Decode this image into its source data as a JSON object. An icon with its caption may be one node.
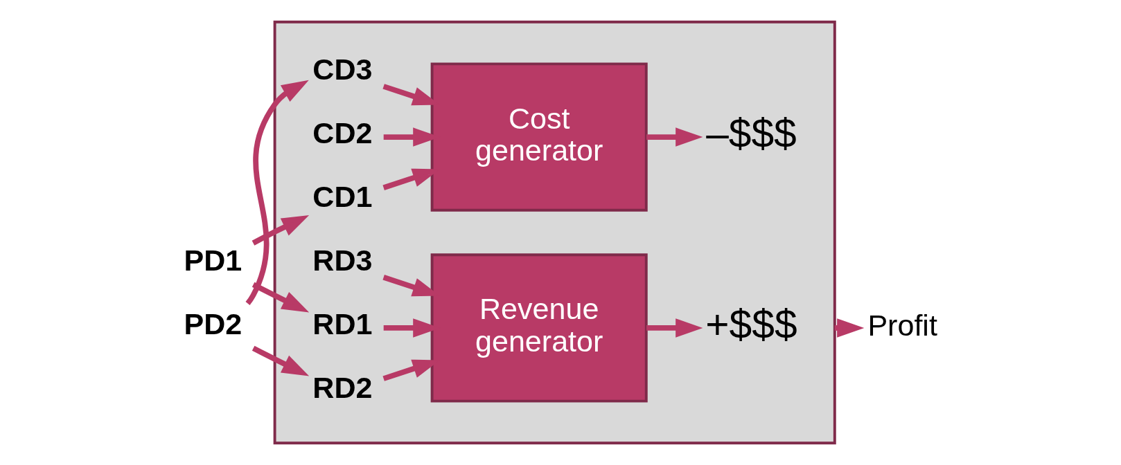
{
  "diagram": {
    "nodes": [
      {
        "text": [
          "PD1"
        ]
      },
      {
        "text": [
          "PD2"
        ]
      },
      {
        "text": [],
        "shape": "box"
      },
      {
        "text": [
          "RD1"
        ],
        "in": 2
      },
      {
        "text": [
          "RD2"
        ],
        "in": 2
      },
      {
        "text": [
          "RD3"
        ],
        "in": 2
      },
      {
        "text": [
          "Revenue generator"
        ],
        "in": 2
      },
      {
        "text": [
          "+$$$"
        ],
        "in": 2
      },
      {
        "text": [
          "CD1"
        ],
        "in": 2
      },
      {
        "text": [
          "CD2"
        ],
        "in": 2
      },
      {
        "text": [
          "CD3"
        ],
        "in": 2
      },
      {
        "text": [
          "Cost generator"
        ],
        "in": 2
      },
      {
        "text": [
          "–$$$"
        ],
        "in": 2
      },
      {
        "text": [
          "Profit"
        ]
      }
    ],
    "edges": [
      {
        "from": 0,
        "to": 3,
        "arrow": "to"
      },
      {
        "from": 0,
        "to": 8,
        "arrow": "to"
      },
      {
        "from": 1,
        "to": 4,
        "arrow": "to"
      },
      {
        "from": 1,
        "to": 10,
        "arrow": "to"
      },
      {
        "from": 3,
        "to": 6,
        "arrow": "to"
      },
      {
        "from": 4,
        "to": 6,
        "arrow": "to"
      },
      {
        "from": 5,
        "to": 6,
        "arrow": "to"
      },
      {
        "from": 6,
        "to": 7,
        "arrow": "to"
      },
      {
        "from": 8,
        "to": 11,
        "arrow": "to"
      },
      {
        "from": 9,
        "to": 11,
        "arrow": "to"
      },
      {
        "from": 10,
        "to": 11,
        "arrow": "to"
      },
      {
        "from": 11,
        "to": 12,
        "arrow": "to"
      },
      {
        "from": 2,
        "to": 13,
        "arrow": "to"
      }
    ]
  }
}
